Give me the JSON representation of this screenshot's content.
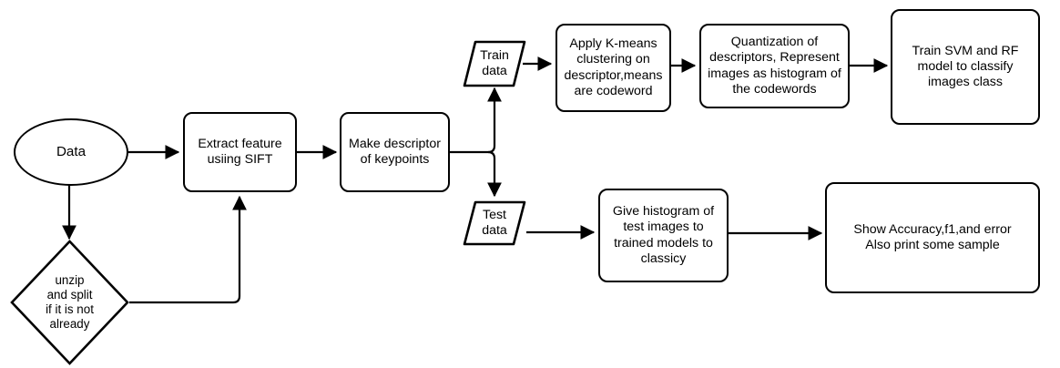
{
  "diagram": {
    "title": "Image classification pipeline flowchart",
    "stroke_color": "#000000",
    "fill_color": "#ffffff",
    "background": "#ffffff"
  },
  "nodes": {
    "data": {
      "label": "Data",
      "shape": "ellipse"
    },
    "unzip": {
      "label": "unzip\nand split\nif it is not\nalready",
      "shape": "diamond"
    },
    "extract": {
      "label": "Extract feature\nusiing SIFT",
      "shape": "rect"
    },
    "descriptor": {
      "label": "Make descriptor\nof keypoints",
      "shape": "rect"
    },
    "train_data": {
      "label": "Train\ndata",
      "shape": "parallelogram"
    },
    "test_data": {
      "label": "Test\ndata",
      "shape": "parallelogram"
    },
    "kmeans": {
      "label": "Apply K-means\nclustering on\ndescriptor,means\nare codeword",
      "shape": "rect"
    },
    "quantization": {
      "label": "Quantization of\ndescriptors, Represent\nimages as histogram of\nthe codewords",
      "shape": "rect"
    },
    "train_model": {
      "label": "Train SVM and RF\nmodel to classify\nimages class",
      "shape": "rect"
    },
    "give_histogram": {
      "label": "Give histogram of\ntest images to\ntrained models to\nclassicy",
      "shape": "rect"
    },
    "show_accuracy": {
      "label": "Show Accuracy,f1,and error\nAlso print some sample",
      "shape": "rect"
    }
  },
  "edges": [
    {
      "name": "data-to-extract",
      "from": "data",
      "to": "extract",
      "arrow": true
    },
    {
      "name": "data-to-unzip",
      "from": "data",
      "to": "unzip",
      "arrow": true
    },
    {
      "name": "unzip-to-extract",
      "from": "unzip",
      "to": "extract",
      "arrow": true
    },
    {
      "name": "extract-to-descriptor",
      "from": "extract",
      "to": "descriptor",
      "arrow": true
    },
    {
      "name": "descriptor-to-train-data",
      "from": "descriptor",
      "to": "train_data",
      "arrow": true
    },
    {
      "name": "descriptor-to-test-data",
      "from": "descriptor",
      "to": "test_data",
      "arrow": true
    },
    {
      "name": "train-data-to-kmeans",
      "from": "train_data",
      "to": "kmeans",
      "arrow": true
    },
    {
      "name": "kmeans-to-quantization",
      "from": "kmeans",
      "to": "quantization",
      "arrow": true
    },
    {
      "name": "quantization-to-train-model",
      "from": "quantization",
      "to": "train_model",
      "arrow": true
    },
    {
      "name": "test-data-to-give-histogram",
      "from": "test_data",
      "to": "give_histogram",
      "arrow": true
    },
    {
      "name": "give-histogram-to-show-accuracy",
      "from": "give_histogram",
      "to": "show_accuracy",
      "arrow": true
    }
  ]
}
